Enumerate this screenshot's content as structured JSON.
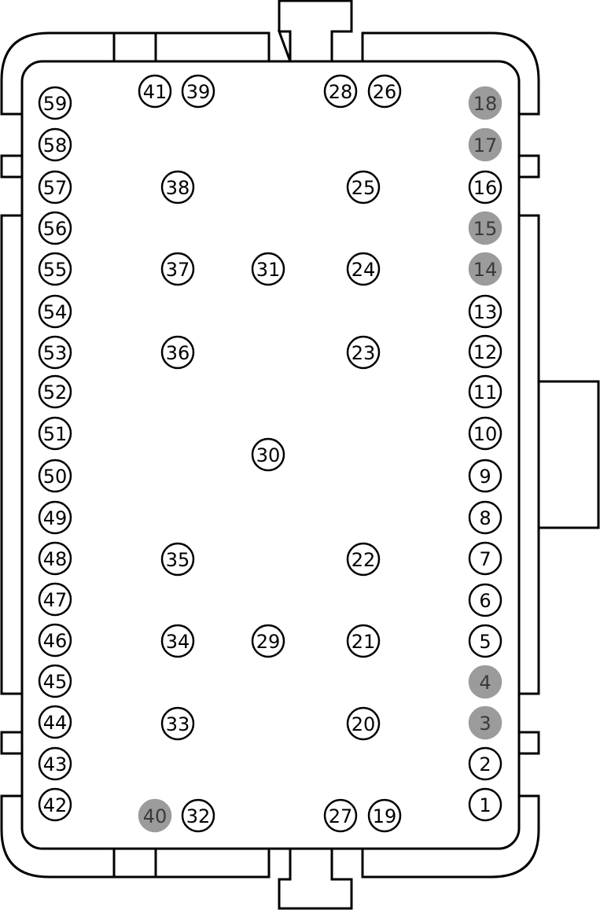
{
  "colors": {
    "outline": "#000000",
    "background": "#ffffff",
    "pin_normal_fill": "#ffffff",
    "pin_normal_text": "#000000",
    "pin_filled_fill": "#9b9b9b",
    "pin_filled_text": "#3a3a3a"
  },
  "pins": [
    {
      "label": "1",
      "filled": false
    },
    {
      "label": "2",
      "filled": false
    },
    {
      "label": "3",
      "filled": true
    },
    {
      "label": "4",
      "filled": true
    },
    {
      "label": "5",
      "filled": false
    },
    {
      "label": "6",
      "filled": false
    },
    {
      "label": "7",
      "filled": false
    },
    {
      "label": "8",
      "filled": false
    },
    {
      "label": "9",
      "filled": false
    },
    {
      "label": "10",
      "filled": false
    },
    {
      "label": "11",
      "filled": false
    },
    {
      "label": "12",
      "filled": false
    },
    {
      "label": "13",
      "filled": false
    },
    {
      "label": "14",
      "filled": true
    },
    {
      "label": "15",
      "filled": true
    },
    {
      "label": "16",
      "filled": false
    },
    {
      "label": "17",
      "filled": true
    },
    {
      "label": "18",
      "filled": true
    },
    {
      "label": "19",
      "filled": false
    },
    {
      "label": "20",
      "filled": false
    },
    {
      "label": "21",
      "filled": false
    },
    {
      "label": "22",
      "filled": false
    },
    {
      "label": "23",
      "filled": false
    },
    {
      "label": "24",
      "filled": false
    },
    {
      "label": "25",
      "filled": false
    },
    {
      "label": "26",
      "filled": false
    },
    {
      "label": "27",
      "filled": false
    },
    {
      "label": "28",
      "filled": false
    },
    {
      "label": "29",
      "filled": false
    },
    {
      "label": "30",
      "filled": false
    },
    {
      "label": "31",
      "filled": false
    },
    {
      "label": "32",
      "filled": false
    },
    {
      "label": "33",
      "filled": false
    },
    {
      "label": "34",
      "filled": false
    },
    {
      "label": "35",
      "filled": false
    },
    {
      "label": "36",
      "filled": false
    },
    {
      "label": "37",
      "filled": false
    },
    {
      "label": "38",
      "filled": false
    },
    {
      "label": "39",
      "filled": false
    },
    {
      "label": "40",
      "filled": true
    },
    {
      "label": "41",
      "filled": false
    },
    {
      "label": "42",
      "filled": false
    },
    {
      "label": "43",
      "filled": false
    },
    {
      "label": "44",
      "filled": false
    },
    {
      "label": "45",
      "filled": false
    },
    {
      "label": "46",
      "filled": false
    },
    {
      "label": "47",
      "filled": false
    },
    {
      "label": "48",
      "filled": false
    },
    {
      "label": "49",
      "filled": false
    },
    {
      "label": "50",
      "filled": false
    },
    {
      "label": "51",
      "filled": false
    },
    {
      "label": "52",
      "filled": false
    },
    {
      "label": "53",
      "filled": false
    },
    {
      "label": "54",
      "filled": false
    },
    {
      "label": "55",
      "filled": false
    },
    {
      "label": "56",
      "filled": false
    },
    {
      "label": "57",
      "filled": false
    },
    {
      "label": "58",
      "filled": false
    },
    {
      "label": "59",
      "filled": false
    }
  ]
}
